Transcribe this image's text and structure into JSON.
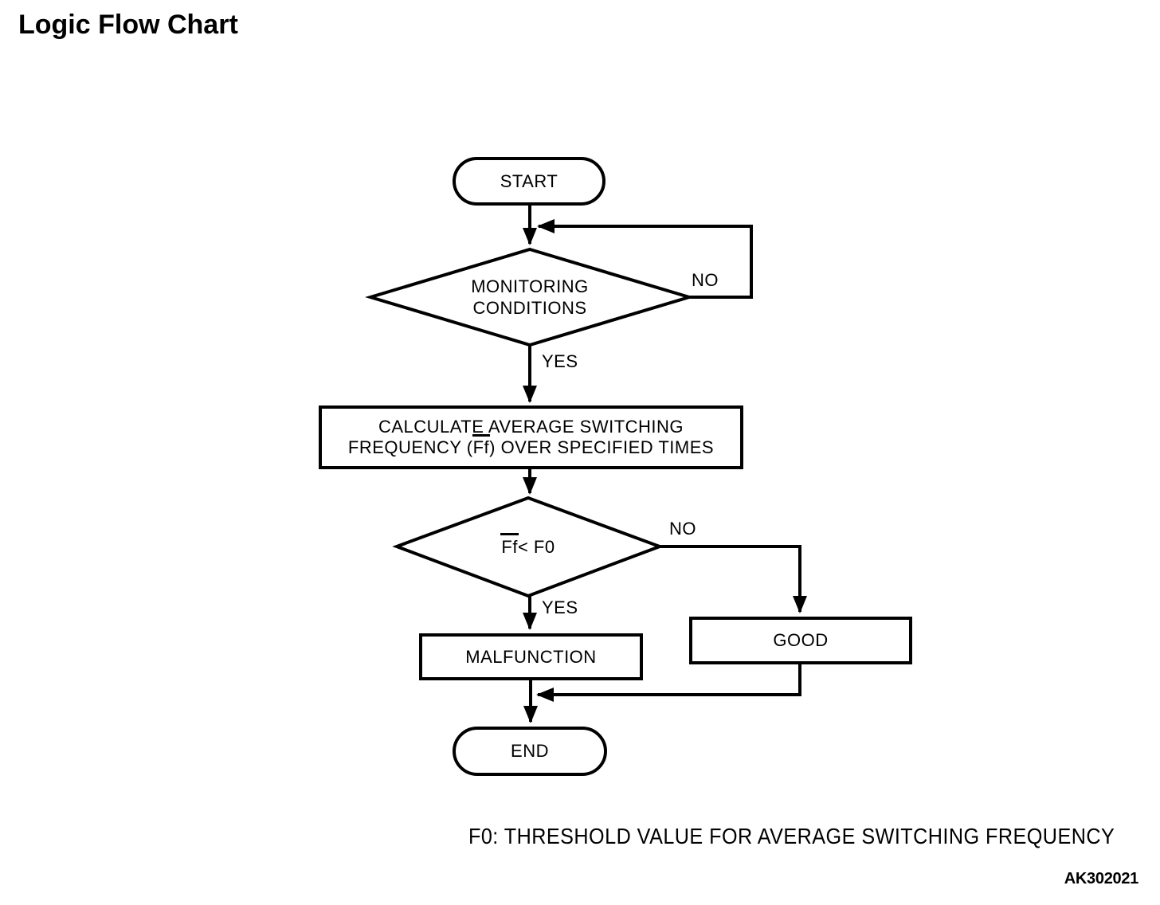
{
  "title": "Logic Flow Chart",
  "flowchart": {
    "nodes": {
      "start": {
        "label": "START"
      },
      "monitoring": {
        "lines": [
          "MONITORING",
          "CONDITIONS"
        ]
      },
      "calculate": {
        "line1": "CALCULATE AVERAGE SWITCHING",
        "line2_prefix": "FREQUENCY (",
        "line2_overlined": "Ff",
        "line2_suffix": ") OVER SPECIFIED TIMES"
      },
      "threshold_check": {
        "overlined": "Ff",
        "rest": " < F0"
      },
      "malfunction": {
        "label": "MALFUNCTION"
      },
      "good": {
        "label": "GOOD"
      },
      "end": {
        "label": "END"
      }
    },
    "edge_labels": {
      "monitoring_no": "NO",
      "monitoring_yes": "YES",
      "threshold_no": "NO",
      "threshold_yes": "YES"
    }
  },
  "footnote": "F0: THRESHOLD VALUE FOR AVERAGE SWITCHING FREQUENCY",
  "document_code": "AK302021",
  "colors": {
    "line": "#000000",
    "background": "#ffffff"
  }
}
